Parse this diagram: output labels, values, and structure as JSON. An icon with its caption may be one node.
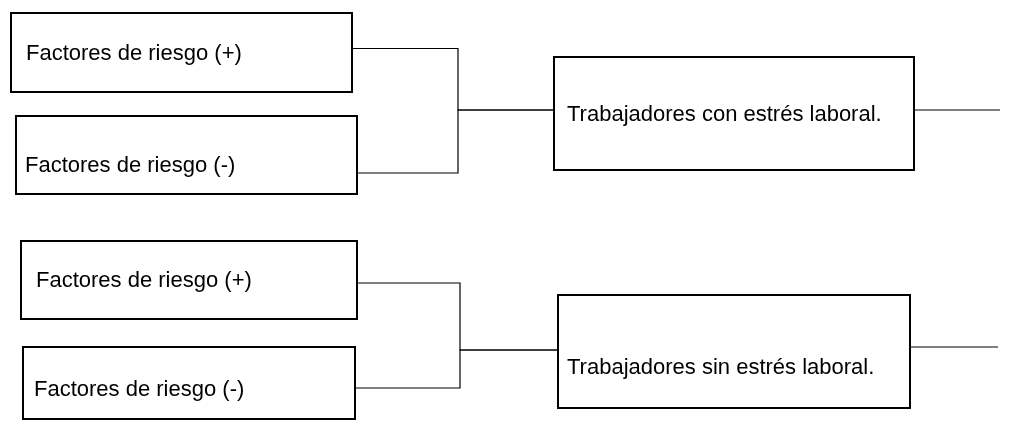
{
  "diagram": {
    "nodes": [
      {
        "text": [
          "Factores de riesgo (+)"
        ]
      },
      {
        "text": [
          "Factores de riesgo (-)"
        ]
      },
      {
        "text": [
          "Factores de riesgo (+)"
        ]
      },
      {
        "text": [
          "Factores de riesgo (-)"
        ]
      },
      {
        "text": [
          "Trabajadores con estrés laboral."
        ]
      },
      {
        "text": [
          "Trabajadores sin estrés laboral."
        ]
      }
    ],
    "edges": [
      {
        "from": 0,
        "to": 4,
        "arrow": "none"
      },
      {
        "from": 1,
        "to": 4,
        "arrow": "none"
      },
      {
        "from": 4,
        "to": null,
        "arrow": "none"
      },
      {
        "from": 2,
        "to": 5,
        "arrow": "none"
      },
      {
        "from": 3,
        "to": 5,
        "arrow": "none"
      },
      {
        "from": 5,
        "to": null,
        "arrow": "none"
      }
    ]
  }
}
